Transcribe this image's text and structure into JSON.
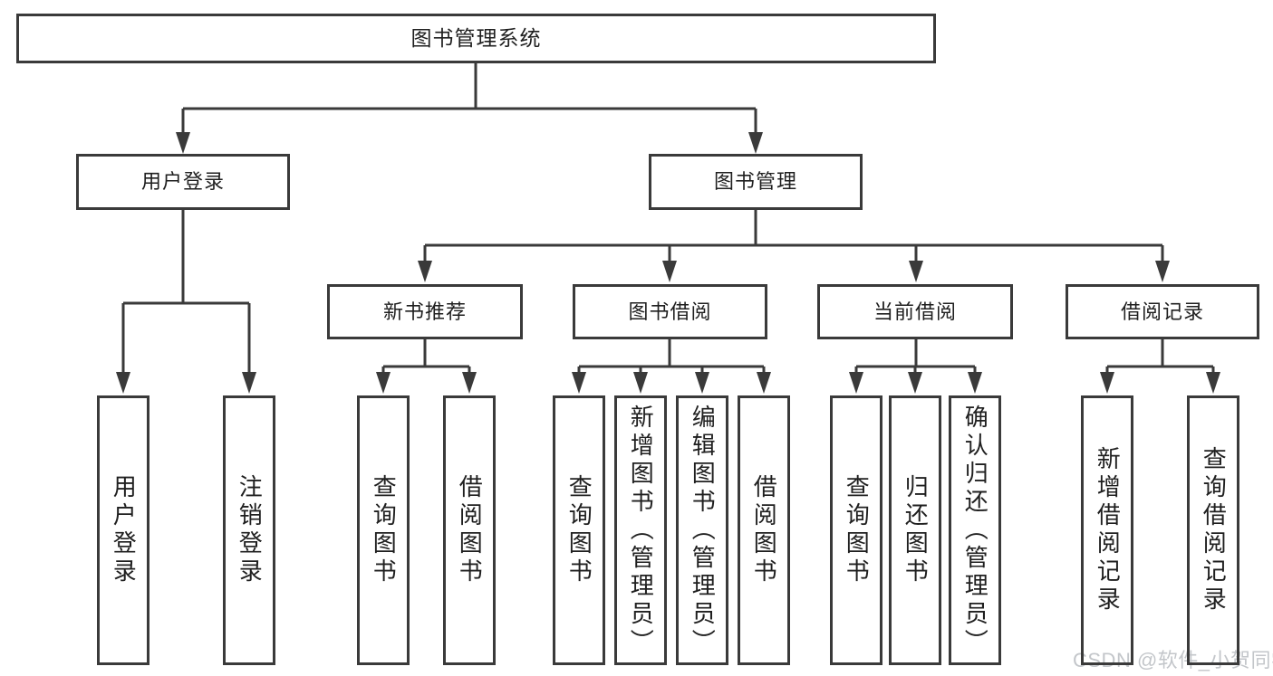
{
  "colors": {
    "line": "#3a3a3a",
    "text": "#1f1f1f",
    "box_bg": "#ffffff",
    "page_bg": "#ffffff",
    "watermark": "#c3c6ca"
  },
  "tree": {
    "root": {
      "label": "图书管理系统"
    },
    "children": [
      {
        "label": "用户登录",
        "leaves": [
          "用户登录",
          "注销登录"
        ]
      },
      {
        "label": "图书管理",
        "groups": [
          {
            "label": "新书推荐",
            "leaves": [
              "查询图书",
              "借阅图书"
            ]
          },
          {
            "label": "图书借阅",
            "leaves": [
              "查询图书",
              "新增图书（管理员）",
              "编辑图书（管理员）",
              "借阅图书"
            ]
          },
          {
            "label": "当前借阅",
            "leaves": [
              "查询图书",
              "归还图书",
              "确认归还（管理员）"
            ]
          },
          {
            "label": "借阅记录",
            "leaves": [
              "新增借阅记录",
              "查询借阅记录"
            ]
          }
        ]
      }
    ]
  },
  "watermark": {
    "text": "CSDN @软件_小贺同学"
  }
}
